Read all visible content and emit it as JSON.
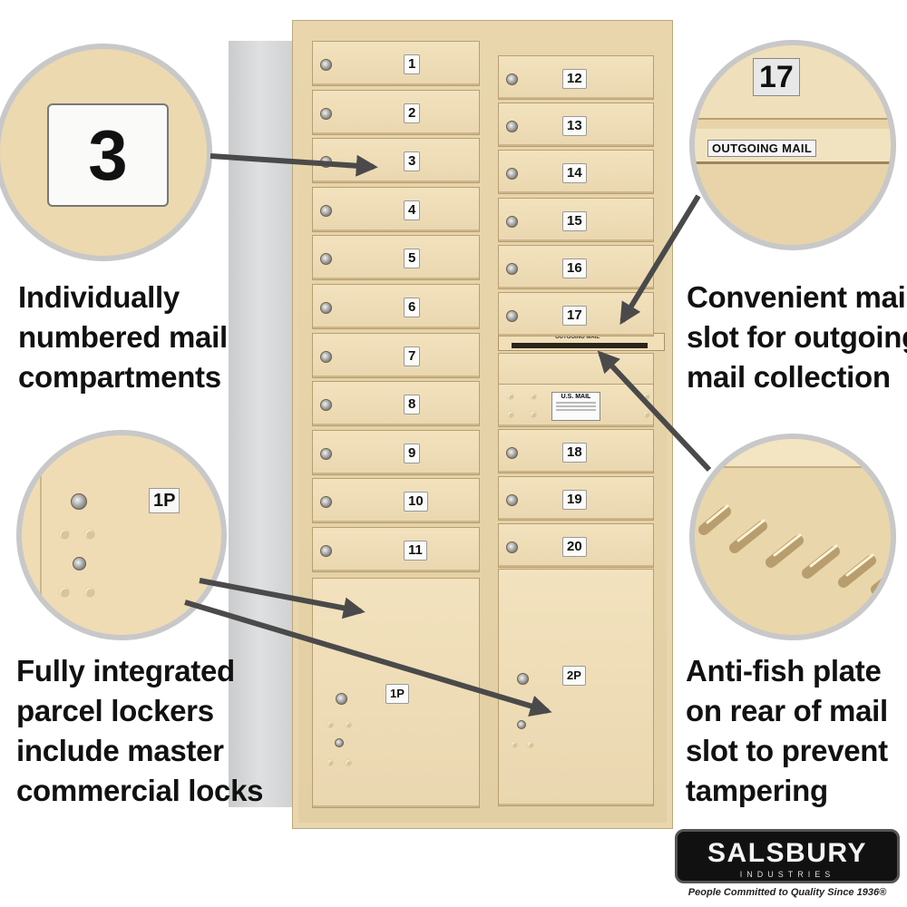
{
  "captions": {
    "numbered": [
      "Individually",
      "numbered mail",
      "compartments"
    ],
    "outgoing": [
      "Convenient mail",
      "slot for outgoing",
      "mail collection"
    ],
    "parcel": [
      "Fully integrated",
      "parcel lockers",
      "include master",
      "commercial locks"
    ],
    "antifish": [
      "Anti-fish plate",
      "on rear of mail",
      "slot to prevent",
      "tampering"
    ]
  },
  "left_column_doors": [
    "1",
    "2",
    "3",
    "4",
    "5",
    "6",
    "7",
    "8",
    "9",
    "10",
    "11"
  ],
  "right_column_doors": [
    "12",
    "13",
    "14",
    "15",
    "16",
    "17"
  ],
  "right_column_lower_doors": [
    "18",
    "19",
    "20"
  ],
  "parcel_lockers": [
    "1P",
    "2P"
  ],
  "outgoing_slot_label": "OUTGOING MAIL",
  "usmail_plate": "U.S. MAIL",
  "zoom_number": "3",
  "zoom_slot_number": "17",
  "zoom_slot_label": "OUTGOING MAIL",
  "zoom_parcel_label": "1P",
  "logo": {
    "name": "SALSBURY",
    "sub": "INDUSTRIES",
    "tagline": "People Committed to Quality Since 1936®"
  },
  "colors": {
    "cabinet": "#ead7ad",
    "border": "#c8c8c8",
    "text": "#111111"
  }
}
